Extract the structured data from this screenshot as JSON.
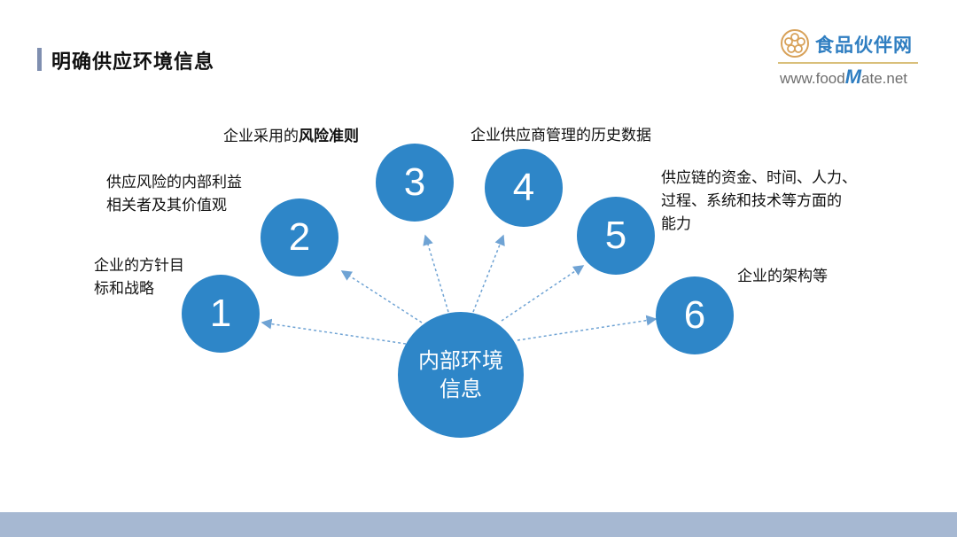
{
  "title": "明确供应环境信息",
  "logo": {
    "name_cn": "食品伙伴网",
    "url_pre": "www.food",
    "url_m": "M",
    "url_post": "ate.net"
  },
  "center": {
    "line1": "内部环境",
    "line2": "信息"
  },
  "nodes": [
    {
      "num": "1",
      "label_lines": [
        "企业的方针目",
        "标和战略"
      ]
    },
    {
      "num": "2",
      "label_lines": [
        "供应风险的内部利益",
        "相关者及其价值观"
      ]
    },
    {
      "num": "3",
      "label_plain": "企业采用的",
      "label_bold": "风险准则"
    },
    {
      "num": "4",
      "label_lines": [
        "企业供应商管理的历史数据"
      ]
    },
    {
      "num": "5",
      "label_lines": [
        "供应链的资金、时间、人力、",
        "过程、系统和技术等方面的",
        "能力"
      ]
    },
    {
      "num": "6",
      "label_lines": [
        "企业的架构等"
      ]
    }
  ],
  "colors": {
    "node": "#2e86c8",
    "arrow": "#6fa3d4",
    "footer": "#a6b8d2",
    "accent": "#7f8fb0"
  }
}
